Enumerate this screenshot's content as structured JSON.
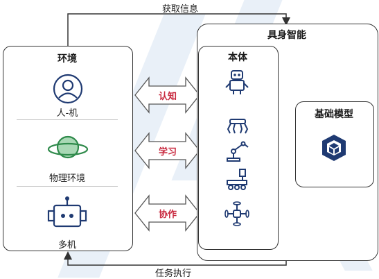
{
  "feedback_top": "获取信息",
  "feedback_bottom": "任务执行",
  "environment": {
    "title": "环境",
    "items": [
      {
        "label": "人-机",
        "icon": "person-icon"
      },
      {
        "label": "物理环境",
        "icon": "planet-icon"
      },
      {
        "label": "多机",
        "icon": "robot-face-icon"
      }
    ]
  },
  "embodied": {
    "title": "具身智能",
    "body": {
      "title": "本体",
      "icons": [
        "humanoid-robot-icon",
        "quadruped-robot-icon",
        "robot-arm-icon",
        "wheeled-robot-icon",
        "drone-icon"
      ]
    },
    "model": {
      "title": "基础模型",
      "icon": "cube-model-icon"
    }
  },
  "interactions": [
    "认知",
    "学习",
    "协作"
  ],
  "colors": {
    "icon_navy": "#1f3a72",
    "icon_green": "#2f8a4b",
    "label_red": "#c8283e",
    "watermark": "#d7e3f3"
  }
}
